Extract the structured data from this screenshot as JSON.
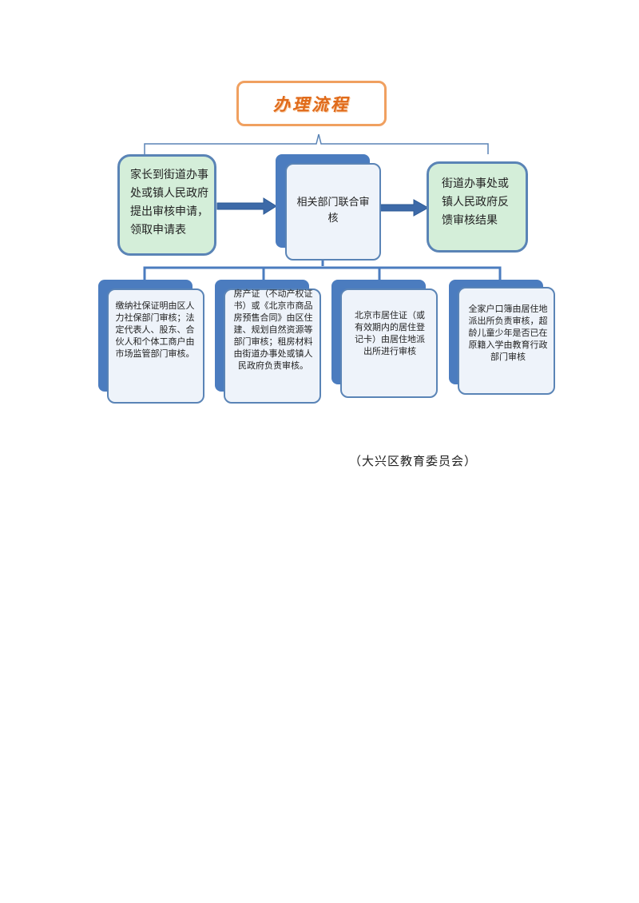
{
  "title": "办理流程",
  "steps": {
    "apply": "家长到街道办事处或镇人民政府提出审核申请，领取申请表",
    "review": "相关部门联合审核",
    "feedback": "街道办事处或镇人民政府反馈审核结果"
  },
  "reviews": [
    "缴纳社保证明由区人力社保部门审核；法定代表人、股东、合伙人和个体工商户由市场监管部门审核。",
    "房产证（不动产权证书）或《北京市商品房预售合同》由区住建、规划自然资源等部门审核；租房材料由街道办事处或镇人民政府负责审核。",
    "北京市居住证（或有效期内的居住登记卡）由居住地派出所进行审核",
    "全家户口簿由居住地派出所负责审核，超龄儿童少年是否已在原籍入学由教育行政部门审核"
  ],
  "footer": "（大兴区教育委员会）",
  "colors": {
    "title_border": "#f0a060",
    "title_text": "#e06a1a",
    "green_fill": "#d4eed9",
    "blue_border": "#5a84b6",
    "blue_back": "#4b7cbf"
  }
}
